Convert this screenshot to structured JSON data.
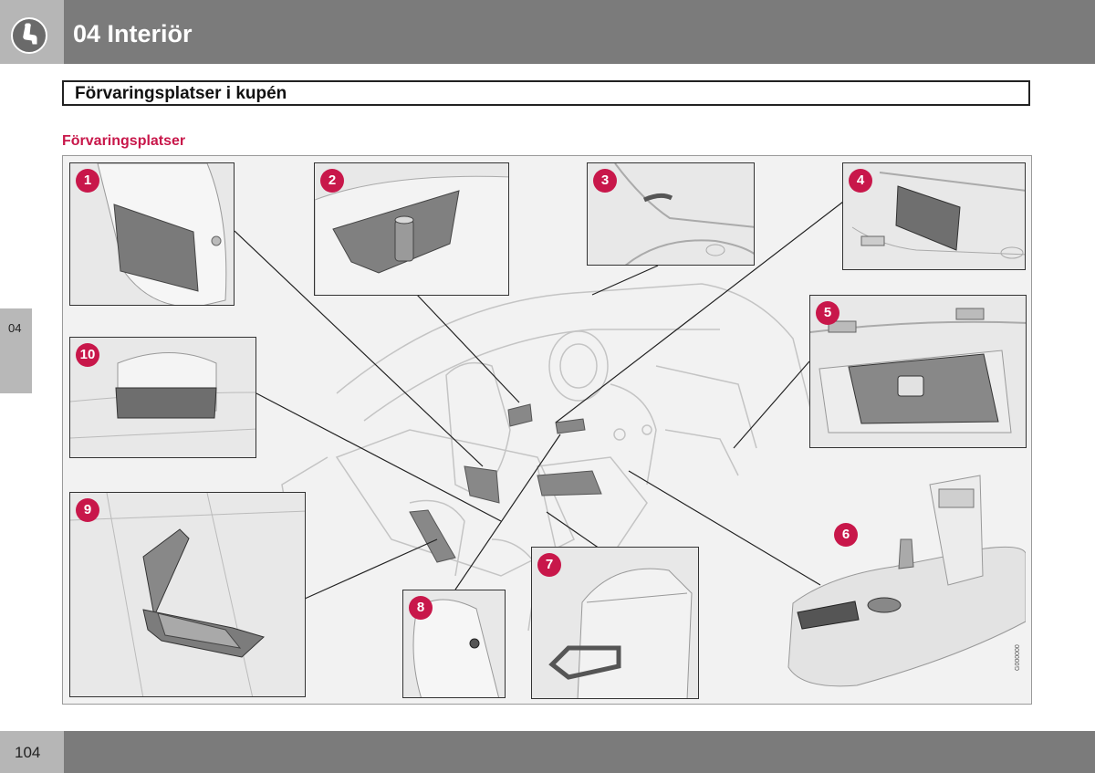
{
  "header": {
    "icon": "seat-icon",
    "chapter_title": "04 Interiör"
  },
  "section": {
    "title": "Förvaringsplatser i kupén",
    "subtitle": "Förvaringsplatser"
  },
  "side_tab": {
    "label": "04"
  },
  "figure": {
    "callouts": [
      "1",
      "2",
      "3",
      "4",
      "5",
      "6",
      "7",
      "8",
      "9",
      "10"
    ],
    "code": "G000000",
    "accent_color": "#c8174a"
  },
  "footer": {
    "page_number": "104"
  }
}
